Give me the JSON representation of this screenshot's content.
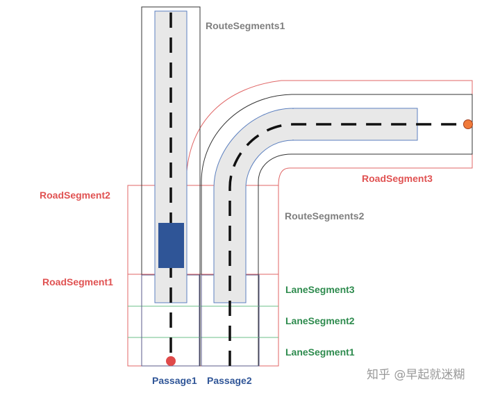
{
  "labels": {
    "route_segments_1": "RouteSegments1",
    "route_segments_2": "RouteSegments2",
    "road_segment_1": "RoadSegment1",
    "road_segment_2": "RoadSegment2",
    "road_segment_3": "RoadSegment3",
    "lane_segment_1": "LaneSegment1",
    "lane_segment_2": "LaneSegment2",
    "lane_segment_3": "LaneSegment3",
    "passage_1": "Passage1",
    "passage_2": "Passage2"
  },
  "watermark": "知乎 @早起就迷糊",
  "colors": {
    "road_segment_border": "#e06666",
    "route_segment_border": "#333333",
    "lane_segment_line": "#6bbf8a",
    "lane_fill": "#e8e8e8",
    "lane_border": "#5b7fbf",
    "vehicle": "#2f5597",
    "endpoint": "#e04a4a",
    "endpoint_right": "#f07a3a",
    "dash": "#111111"
  }
}
